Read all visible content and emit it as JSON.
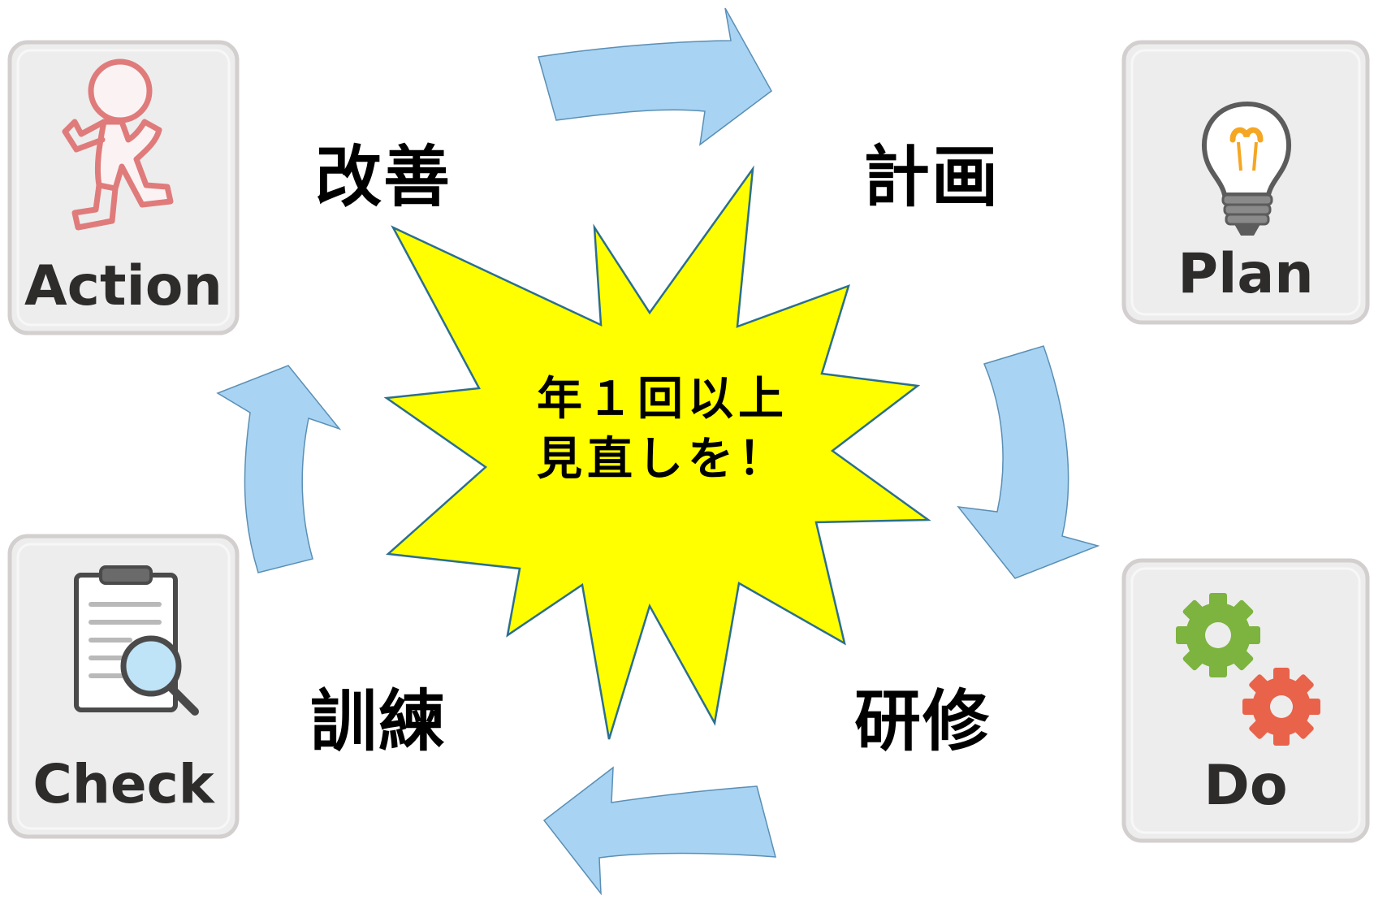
{
  "center": {
    "line1": "年１回以上",
    "line2": "見直しを！"
  },
  "steps": {
    "plan": {
      "label": "計画",
      "card": "Plan",
      "icon": "lightbulb-icon"
    },
    "do": {
      "label": "研修",
      "card": "Do",
      "icon": "gears-icon"
    },
    "check": {
      "label": "訓練",
      "card": "Check",
      "icon": "clipboard-magnifier-icon"
    },
    "action": {
      "label": "改善",
      "card": "Action",
      "icon": "running-person-icon"
    }
  },
  "colors": {
    "starburst": "#ffff00",
    "starburst_stroke": "#2b6f8f",
    "arrow_fill": "#a8d3f2",
    "arrow_stroke": "#5a8fb5",
    "card_bg": "#ededed",
    "card_border": "#d4cfcf",
    "action_icon": "#e07b7b",
    "gear_green": "#7db33f",
    "gear_red": "#e8634a"
  }
}
